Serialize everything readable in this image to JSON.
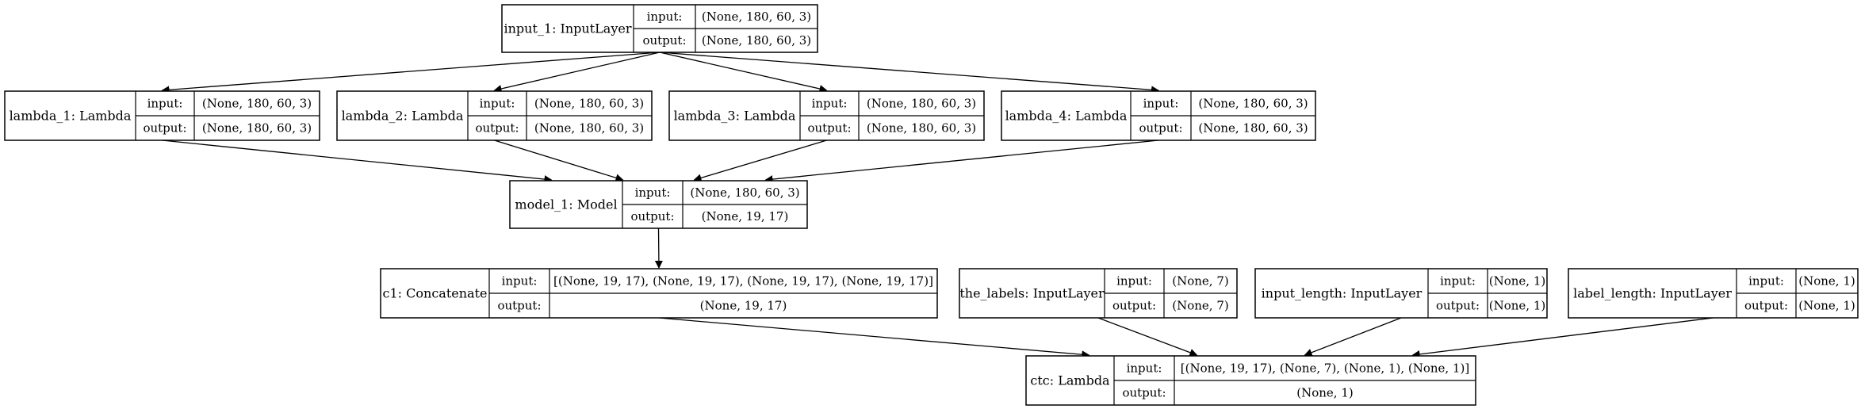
{
  "nodes": [
    {
      "id": "input_1",
      "name": "input_1: InputLayer",
      "input_label": "input:",
      "output_label": "output:",
      "input": "(None, 180, 60, 3)",
      "output": "(None, 180, 60, 3)"
    },
    {
      "id": "lambda_1",
      "name": "lambda_1: Lambda",
      "input_label": "input:",
      "output_label": "output:",
      "input": "(None, 180, 60, 3)",
      "output": "(None, 180, 60, 3)"
    },
    {
      "id": "lambda_2",
      "name": "lambda_2: Lambda",
      "input_label": "input:",
      "output_label": "output:",
      "input": "(None, 180, 60, 3)",
      "output": "(None, 180, 60, 3)"
    },
    {
      "id": "lambda_3",
      "name": "lambda_3: Lambda",
      "input_label": "input:",
      "output_label": "output:",
      "input": "(None, 180, 60, 3)",
      "output": "(None, 180, 60, 3)"
    },
    {
      "id": "lambda_4",
      "name": "lambda_4: Lambda",
      "input_label": "input:",
      "output_label": "output:",
      "input": "(None, 180, 60, 3)",
      "output": "(None, 180, 60, 3)"
    },
    {
      "id": "model_1",
      "name": "model_1: Model",
      "input_label": "input:",
      "output_label": "output:",
      "input": "(None, 180, 60, 3)",
      "output": "(None, 19, 17)"
    },
    {
      "id": "c1",
      "name": "c1: Concatenate",
      "input_label": "input:",
      "output_label": "output:",
      "input": "[(None, 19, 17), (None, 19, 17), (None, 19, 17), (None, 19, 17)]",
      "output": "(None, 19, 17)"
    },
    {
      "id": "the_labels",
      "name": "the_labels: InputLayer",
      "input_label": "input:",
      "output_label": "output:",
      "input": "(None, 7)",
      "output": "(None, 7)"
    },
    {
      "id": "input_length",
      "name": "input_length: InputLayer",
      "input_label": "input:",
      "output_label": "output:",
      "input": "(None, 1)",
      "output": "(None, 1)"
    },
    {
      "id": "label_length",
      "name": "label_length: InputLayer",
      "input_label": "input:",
      "output_label": "output:",
      "input": "(None, 1)",
      "output": "(None, 1)"
    },
    {
      "id": "ctc",
      "name": "ctc: Lambda",
      "input_label": "input:",
      "output_label": "output:",
      "input": "[(None, 19, 17), (None, 7), (None, 1), (None, 1)]",
      "output": "(None, 1)"
    }
  ],
  "edges": [
    {
      "from": "input_1",
      "to": "lambda_1"
    },
    {
      "from": "input_1",
      "to": "lambda_2"
    },
    {
      "from": "input_1",
      "to": "lambda_3"
    },
    {
      "from": "input_1",
      "to": "lambda_4"
    },
    {
      "from": "lambda_1",
      "to": "model_1"
    },
    {
      "from": "lambda_2",
      "to": "model_1"
    },
    {
      "from": "lambda_3",
      "to": "model_1"
    },
    {
      "from": "lambda_4",
      "to": "model_1"
    },
    {
      "from": "model_1",
      "to": "c1"
    },
    {
      "from": "c1",
      "to": "ctc"
    },
    {
      "from": "the_labels",
      "to": "ctc"
    },
    {
      "from": "input_length",
      "to": "ctc"
    },
    {
      "from": "label_length",
      "to": "ctc"
    }
  ]
}
